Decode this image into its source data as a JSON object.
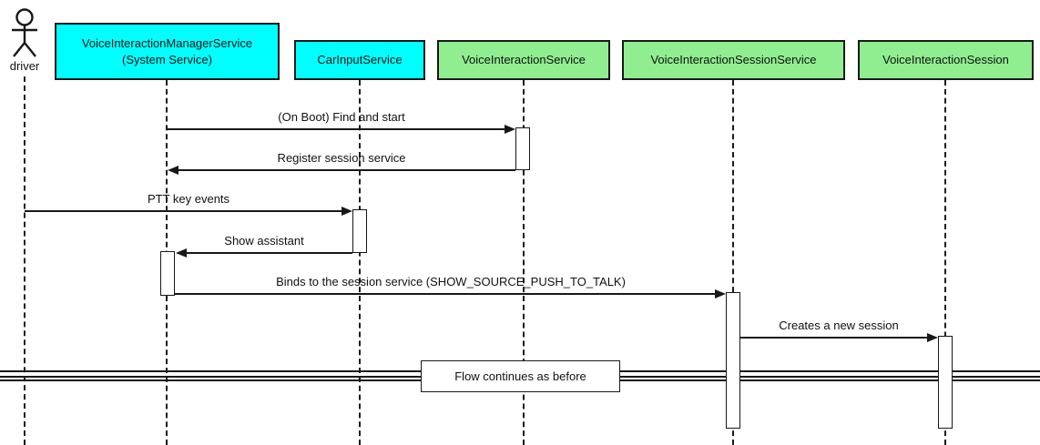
{
  "diagram_type": "uml-sequence",
  "actor": {
    "label": "driver"
  },
  "participants": [
    {
      "label": "VoiceInteractionManagerService\n(System Service)",
      "fill": "#00FFFF"
    },
    {
      "label": "CarInputService",
      "fill": "#00FFFF"
    },
    {
      "label": "VoiceInteractionService",
      "fill": "#90EE90"
    },
    {
      "label": "VoiceInteractionSessionService",
      "fill": "#90EE90"
    },
    {
      "label": "VoiceInteractionSession",
      "fill": "#90EE90"
    }
  ],
  "messages": [
    {
      "label": "(On Boot) Find and start",
      "from": "VoiceInteractionManagerService",
      "to": "VoiceInteractionService",
      "direction": "right"
    },
    {
      "label": "Register session service",
      "from": "VoiceInteractionService",
      "to": "VoiceInteractionManagerService",
      "direction": "left"
    },
    {
      "label": "PTT key events",
      "from": "driver",
      "to": "CarInputService",
      "direction": "right"
    },
    {
      "label": "Show assistant",
      "from": "CarInputService",
      "to": "VoiceInteractionManagerService",
      "direction": "left"
    },
    {
      "label": "Binds to the session service (SHOW_SOURCE_PUSH_TO_TALK)",
      "from": "VoiceInteractionManagerService",
      "to": "VoiceInteractionSessionService",
      "direction": "right"
    },
    {
      "label": "Creates a new session",
      "from": "VoiceInteractionSessionService",
      "to": "VoiceInteractionSession",
      "direction": "right"
    }
  ],
  "divider": {
    "label": "Flow continues as before"
  },
  "colors": {
    "cyan_participant": "#00FFFF",
    "green_participant": "#90EE90",
    "line": "#181818",
    "background": "#FFFFFF"
  }
}
